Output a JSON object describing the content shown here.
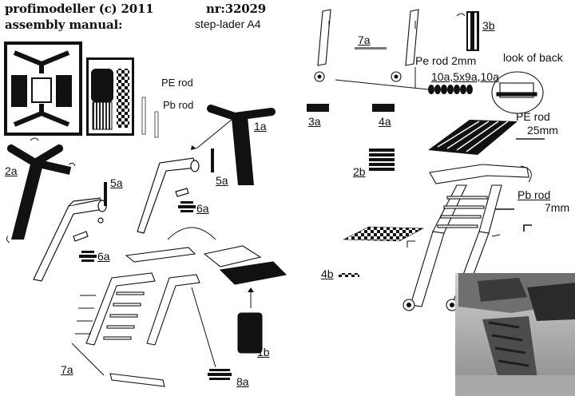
{
  "header": {
    "brand": "profimodeller (c) 2011",
    "manual": "assembly manual:",
    "product_no": "nr:32029",
    "product_name": "step-lader A4"
  },
  "fret": {
    "pe_rod": "PE rod",
    "pb_rod": "Pb rod"
  },
  "labels": {
    "l1a": "1a",
    "l1b": "1b",
    "l2a": "2a",
    "l2b": "2b",
    "l3a": "3a",
    "l3b": "3b",
    "l4a": "4a",
    "l4b": "4b",
    "l5a_left": "5a",
    "l5a_right": "5a",
    "l6a_left": "6a",
    "l6a_right": "6a",
    "l7a_top": "7a",
    "l7a_bottom": "7a",
    "l8a": "8a"
  },
  "notes": {
    "pe_rod_2mm": "Pe rod 2mm",
    "washers": "10a,5x9a,10a",
    "look_of_back": "look of back",
    "pe_rod_25mm_a": "PE rod",
    "pe_rod_25mm_b": "25mm",
    "pb_rod_7mm_a": "Pb rod",
    "pb_rod_7mm_b": "7mm"
  }
}
